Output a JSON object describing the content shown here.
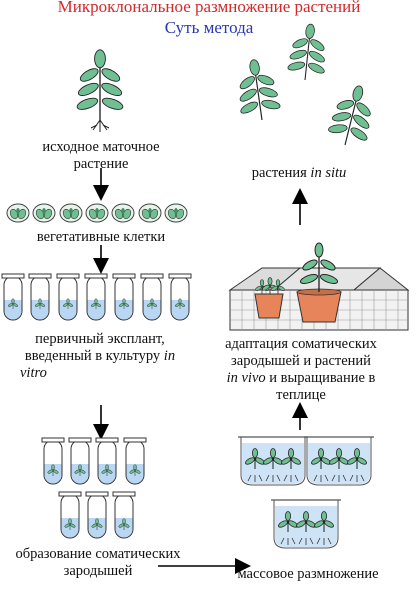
{
  "header": {
    "title": "Микроклональное размножение растений",
    "subtitle": "Суть метода"
  },
  "steps": {
    "mother": {
      "line1": "исходное маточное",
      "line2": "растение"
    },
    "cells": {
      "label": "вегетативные клетки"
    },
    "explant": {
      "line1": "первичный эксплант,",
      "line2_text": "введенный в культуру",
      "line2_italic": "in",
      "line3_italic": "vitro"
    },
    "embryos": {
      "line1": "образование соматических",
      "line2": "зародышей"
    },
    "mass": {
      "label": "массовое размножение"
    },
    "adapt": {
      "line1": "адаптация соматических",
      "line2": "зародышей и растений",
      "line3_italic": "in vivo",
      "line3_text": "и выращивание в",
      "line4": "теплице"
    },
    "situ": {
      "text": "растения",
      "italic": "in situ"
    }
  },
  "colors": {
    "title_red": "#d22a2a",
    "title_blue": "#2836b8",
    "leaf_green": "#6fbf93",
    "tube_blue": "#b9d6f2",
    "pot_orange": "#e8845a"
  }
}
